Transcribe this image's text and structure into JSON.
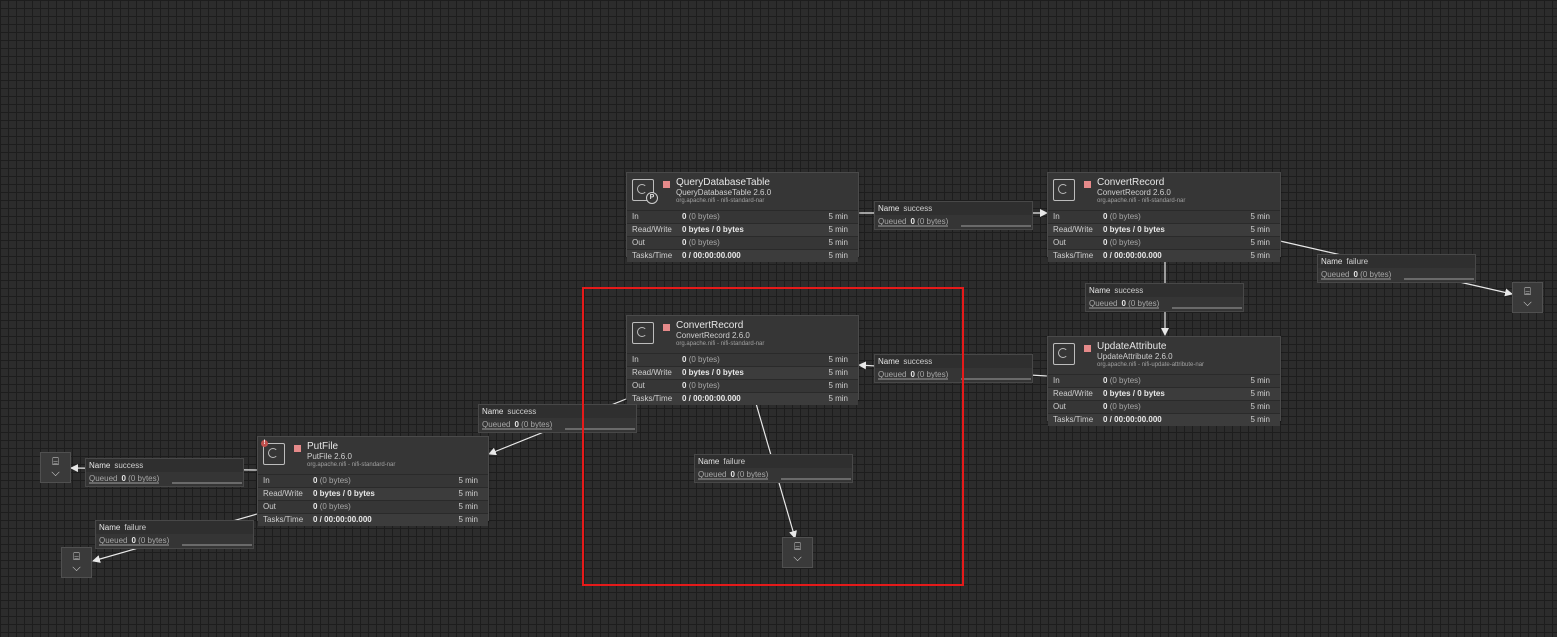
{
  "processors": [
    {
      "id": "query",
      "name": "QueryDatabaseTable",
      "type": "QueryDatabaseTable 2.6.0",
      "bundle": "org.apache.nifi - nifi-standard-nar",
      "badge": "P",
      "in_val": "0",
      "in_bytes": "(0 bytes)",
      "rw_val": "0 bytes / 0 bytes",
      "out_val": "0",
      "out_bytes": "(0 bytes)",
      "tasks_val": "0 / 00:00:00.000"
    },
    {
      "id": "convert1",
      "name": "ConvertRecord",
      "type": "ConvertRecord 2.6.0",
      "bundle": "org.apache.nifi - nifi-standard-nar",
      "in_val": "0",
      "in_bytes": "(0 bytes)",
      "rw_val": "0 bytes / 0 bytes",
      "out_val": "0",
      "out_bytes": "(0 bytes)",
      "tasks_val": "0 / 00:00:00.000"
    },
    {
      "id": "convert2",
      "name": "ConvertRecord",
      "type": "ConvertRecord 2.6.0",
      "bundle": "org.apache.nifi - nifi-standard-nar",
      "in_val": "0",
      "in_bytes": "(0 bytes)",
      "rw_val": "0 bytes / 0 bytes",
      "out_val": "0",
      "out_bytes": "(0 bytes)",
      "tasks_val": "0 / 00:00:00.000"
    },
    {
      "id": "update",
      "name": "UpdateAttribute",
      "type": "UpdateAttribute 2.6.0",
      "bundle": "org.apache.nifi - nifi-update-attribute-nar",
      "in_val": "0",
      "in_bytes": "(0 bytes)",
      "rw_val": "0 bytes / 0 bytes",
      "out_val": "0",
      "out_bytes": "(0 bytes)",
      "tasks_val": "0 / 00:00:00.000"
    },
    {
      "id": "putfile",
      "name": "PutFile",
      "type": "PutFile 2.6.0",
      "bundle": "org.apache.nifi - nifi-standard-nar",
      "warning": "!",
      "in_val": "0",
      "in_bytes": "(0 bytes)",
      "rw_val": "0 bytes / 0 bytes",
      "out_val": "0",
      "out_bytes": "(0 bytes)",
      "tasks_val": "0 / 00:00:00.000"
    }
  ],
  "stat_labels": {
    "in": "In",
    "rw": "Read/Write",
    "out": "Out",
    "tasks": "Tasks/Time",
    "window": "5 min"
  },
  "connection_labels": {
    "name": "Name",
    "queued": "Queued"
  },
  "connections": [
    {
      "id": "c1",
      "name": "success",
      "count": "0",
      "bytes": "(0 bytes)"
    },
    {
      "id": "c2",
      "name": "failure",
      "count": "0",
      "bytes": "(0 bytes)"
    },
    {
      "id": "c3",
      "name": "success",
      "count": "0",
      "bytes": "(0 bytes)"
    },
    {
      "id": "c4",
      "name": "success",
      "count": "0",
      "bytes": "(0 bytes)"
    },
    {
      "id": "c5",
      "name": "success",
      "count": "0",
      "bytes": "(0 bytes)"
    },
    {
      "id": "c6",
      "name": "failure",
      "count": "0",
      "bytes": "(0 bytes)"
    },
    {
      "id": "c7",
      "name": "success",
      "count": "0",
      "bytes": "(0 bytes)"
    },
    {
      "id": "c8",
      "name": "failure",
      "count": "0",
      "bytes": "(0 bytes)"
    }
  ],
  "funnels": [
    {
      "id": "f1",
      "icon": "funnel-icon"
    },
    {
      "id": "f2",
      "icon": "funnel-icon"
    },
    {
      "id": "f3",
      "icon": "funnel-icon"
    },
    {
      "id": "f4",
      "icon": "funnel-icon"
    }
  ],
  "colors": {
    "canvas": "#2c2c2c",
    "stopped": "#e58a8a",
    "selection": "#e51a1a",
    "edge": "#e8e8e8"
  }
}
